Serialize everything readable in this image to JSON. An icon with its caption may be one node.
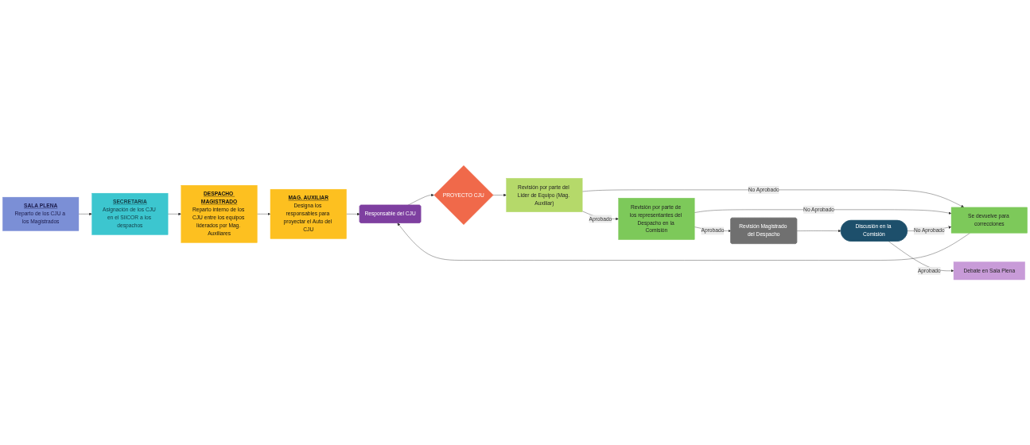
{
  "diagram": {
    "nodes": [
      {
        "text": [
          "SALA PLENA",
          "Reparto de los CJU a los Magistrados"
        ]
      },
      {
        "text": [
          "SECRETARIA",
          "Asignación de los CJU en el SIICOR a los despachos"
        ]
      },
      {
        "text": [
          "DESPACHO MAGISTRADO",
          "Reparto interno de los CJU entre los equipos liderados por Mag. Auxiliares"
        ]
      },
      {
        "text": [
          "MAG. AUXILIAR",
          "Designa los responsables para proyectar el Auto del CJU"
        ]
      },
      {
        "text": [
          "Responsable del CJU"
        ]
      },
      {
        "text": [
          "PROYECTO CJU"
        ]
      },
      {
        "text": [
          "Revisión por parte del Lider de Equipo (Mag. Auxiliar)"
        ]
      },
      {
        "text": [
          "Revisión por parte de los representantes del Despacho en la Comisión"
        ]
      },
      {
        "text": [
          "Revisión Magistrado del Despacho"
        ]
      },
      {
        "text": [
          "Discusión en la Comisión"
        ]
      },
      {
        "text": [
          "Se devuelve para correcciones"
        ]
      },
      {
        "text": [
          "Debate en Sala Plena"
        ]
      }
    ],
    "edges": [
      {
        "from": 0,
        "to": 1,
        "arrow": "to"
      },
      {
        "from": 1,
        "to": 2,
        "arrow": "to"
      },
      {
        "from": 2,
        "to": 3,
        "arrow": "to"
      },
      {
        "from": 3,
        "to": 4,
        "arrow": "to"
      },
      {
        "from": 4,
        "to": 5,
        "arrow": "to"
      },
      {
        "from": 5,
        "to": 6,
        "arrow": "to"
      },
      {
        "from": 6,
        "to": 7,
        "arrow": "to",
        "label": "Aprobado"
      },
      {
        "from": 6,
        "to": 10,
        "arrow": "to",
        "label": "No Aprobado"
      },
      {
        "from": 7,
        "to": 8,
        "arrow": "to",
        "label": "Aprobado"
      },
      {
        "from": 7,
        "to": 10,
        "arrow": "to",
        "label": "No Aprobado"
      },
      {
        "from": 8,
        "to": 9,
        "arrow": "to"
      },
      {
        "from": 9,
        "to": 10,
        "arrow": "to",
        "label": "No Aprobado"
      },
      {
        "from": 9,
        "to": 11,
        "arrow": "to",
        "label": "Aprobado"
      },
      {
        "from": 10,
        "to": 4,
        "arrow": "to"
      }
    ]
  }
}
